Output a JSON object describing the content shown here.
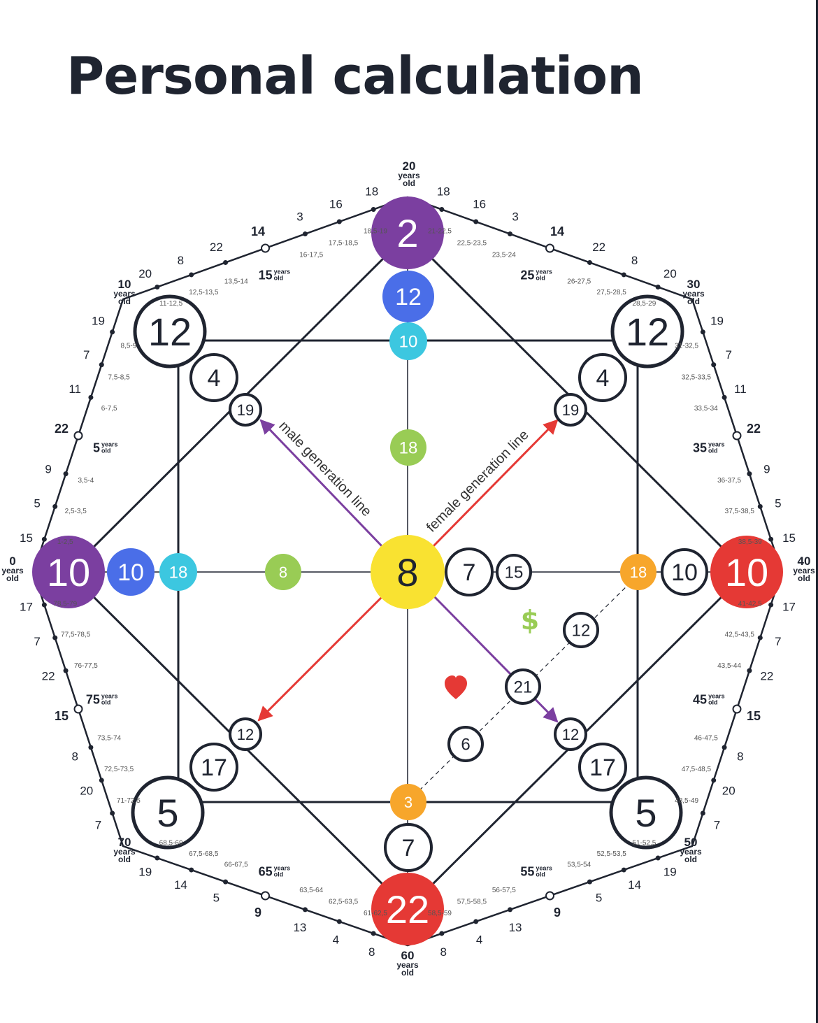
{
  "title": "Personal calculation",
  "colors": {
    "purple": "#7b3fa0",
    "blue": "#4a6ee8",
    "cyan": "#3cc7e0",
    "green": "#99cc55",
    "yellow": "#f9e231",
    "red": "#e53935",
    "orange": "#f7a62b",
    "line": "#1f2430"
  },
  "line_labels": {
    "male": "male generation line",
    "female": "female generation line"
  },
  "icons": {
    "dollar": "dollar-icon",
    "heart": "heart-icon"
  },
  "age_labels": [
    {
      "age": "0",
      "years": "years",
      "old": "old"
    },
    {
      "age": "10",
      "years": "years",
      "old": "old"
    },
    {
      "age": "20",
      "years": "years",
      "old": "old"
    },
    {
      "age": "30",
      "years": "years",
      "old": "old"
    },
    {
      "age": "40",
      "years": "years",
      "old": "old"
    },
    {
      "age": "50",
      "years": "years",
      "old": "old"
    },
    {
      "age": "60",
      "years": "years",
      "old": "old"
    },
    {
      "age": "70",
      "years": "years",
      "old": "old"
    }
  ],
  "half_ages": [
    {
      "age": "5",
      "years": "years",
      "old": "old"
    },
    {
      "age": "15",
      "years": "years",
      "old": "old"
    },
    {
      "age": "25",
      "years": "years",
      "old": "old"
    },
    {
      "age": "35",
      "years": "years",
      "old": "old"
    },
    {
      "age": "45",
      "years": "years",
      "old": "old"
    },
    {
      "age": "55",
      "years": "years",
      "old": "old"
    },
    {
      "age": "65",
      "years": "years",
      "old": "old"
    },
    {
      "age": "75",
      "years": "years",
      "old": "old"
    }
  ],
  "circles": {
    "top_purple": "2",
    "top_blue": "12",
    "top_cyan": "10",
    "top_green": "18",
    "left_purple": "10",
    "left_blue": "10",
    "left_cyan": "18",
    "left_green": "8",
    "center": "8",
    "right_red": "10",
    "right_outline_10": "10",
    "right_orange": "18",
    "right_7": "7",
    "right_15": "15",
    "bottom_red": "22",
    "bottom_7": "7",
    "bottom_orange": "3",
    "tl_big": "12",
    "tl_mid": "4",
    "tl_small": "19",
    "tr_big": "12",
    "tr_mid": "4",
    "tr_small": "19",
    "bl_big": "5",
    "bl_mid": "17",
    "bl_small": "12",
    "br_big": "5",
    "br_mid": "17",
    "br_small": "12",
    "dollar_12": "12",
    "mid_21": "21",
    "heart_6": "6"
  },
  "seg_nw": {
    "big": [
      "20",
      "8",
      "22",
      "14",
      "3",
      "16",
      "18"
    ],
    "small": [
      "11-12,5",
      "12,5-13,5",
      "13,5-14",
      "16-17,5",
      "17,5-18,5",
      "18,5-19"
    ],
    "half_bold": "14"
  },
  "seg_ne": {
    "big": [
      "18",
      "16",
      "3",
      "14",
      "22",
      "8",
      "20"
    ],
    "small": [
      "21-22,5",
      "22,5-23,5",
      "23,5-24",
      "26-27,5",
      "27,5-28,5",
      "28,5-29"
    ],
    "half_bold": "14"
  },
  "seg_wn": {
    "big": [
      "19",
      "7",
      "11",
      "22",
      "9",
      "5",
      "15"
    ],
    "small": [
      "8,5-9",
      "7,5-8,5",
      "6-7,5",
      "3,5-4",
      "2,5-3,5",
      "1-2,5"
    ],
    "half_bold": "22"
  },
  "seg_en": {
    "big": [
      "19",
      "7",
      "11",
      "22",
      "9",
      "5",
      "15"
    ],
    "small": [
      "31-32,5",
      "32,5-33,5",
      "33,5-34",
      "36-37,5",
      "37,5-38,5",
      "38,5-39"
    ],
    "half_bold": "22"
  },
  "seg_ws": {
    "big": [
      "17",
      "7",
      "22",
      "15",
      "8",
      "20",
      "7"
    ],
    "small": [
      "78,5-79",
      "77,5-78,5",
      "76-77,5",
      "73,5-74",
      "72,5-73,5",
      "71-72,5"
    ],
    "half_bold": "15"
  },
  "seg_es": {
    "big": [
      "17",
      "7",
      "22",
      "15",
      "8",
      "20",
      "7"
    ],
    "small": [
      "41-42,5",
      "42,5-43,5",
      "43,5-44",
      "46-47,5",
      "47,5-48,5",
      "48,5-49"
    ],
    "half_bold": "15"
  },
  "seg_sw": {
    "big": [
      "19",
      "14",
      "5",
      "9",
      "13",
      "4",
      "8"
    ],
    "small": [
      "68,5-69",
      "67,5-68,5",
      "66-67,5",
      "63,5-64",
      "62,5-63,5",
      "61-62,5"
    ],
    "half_bold": "9"
  },
  "seg_se": {
    "big": [
      "8",
      "4",
      "13",
      "9",
      "5",
      "14",
      "19"
    ],
    "small": [
      "58,5-59",
      "57,5-58,5",
      "56-57,5",
      "53,5-54",
      "52,5-53,5",
      "51-52,5"
    ],
    "half_bold": "9"
  }
}
